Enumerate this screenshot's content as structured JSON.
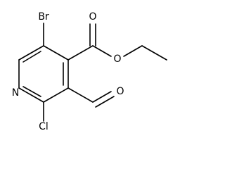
{
  "diagram": {
    "type": "chemical-structure",
    "atoms": [
      {
        "id": "br",
        "label": "Br"
      },
      {
        "id": "n",
        "label": "N"
      },
      {
        "id": "cl",
        "label": "Cl"
      },
      {
        "id": "o_carbonyl",
        "label": "O"
      },
      {
        "id": "o_ester",
        "label": "O"
      },
      {
        "id": "o_aldehyde",
        "label": "O"
      }
    ],
    "colors": {
      "bond": "#000000",
      "label": "#000000",
      "background": "#ffffff"
    }
  }
}
